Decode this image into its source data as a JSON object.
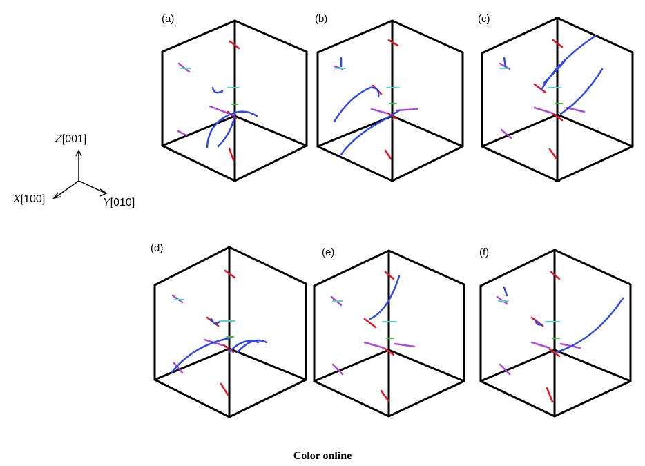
{
  "panels": [
    {
      "label": "(a)"
    },
    {
      "label": "(b)"
    },
    {
      "label": "(c)"
    },
    {
      "label": "(d)"
    },
    {
      "label": "(e)"
    },
    {
      "label": "(f)"
    }
  ],
  "axes": {
    "z_letter": "Z",
    "z_index": "[001]",
    "x_letter": "X",
    "x_index": "[100]",
    "y_letter": "Y",
    "y_index": "[010]"
  },
  "caption": "Color online",
  "colors": {
    "edge": "#000000",
    "red": "#e8131f",
    "blue": "#2f49e8",
    "magenta": "#b04ad8",
    "cyan": "#4fd8c8",
    "green": "#36c43a"
  }
}
